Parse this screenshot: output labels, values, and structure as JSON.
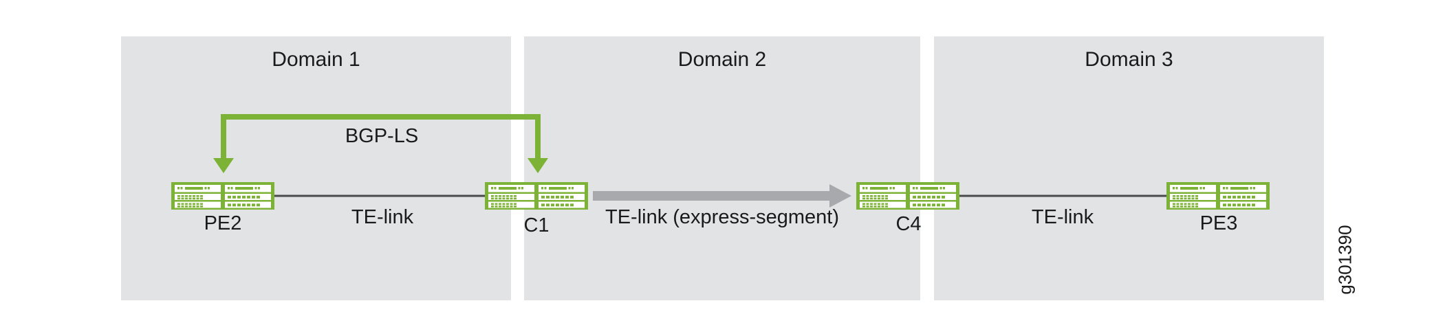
{
  "figure": {
    "id_label": "g301390",
    "domains": [
      {
        "label": "Domain 1"
      },
      {
        "label": "Domain 2"
      },
      {
        "label": "Domain 3"
      }
    ],
    "nodes": [
      {
        "label": "PE2"
      },
      {
        "label": "C1"
      },
      {
        "label": "C4"
      },
      {
        "label": "PE3"
      }
    ],
    "links": [
      {
        "label": "TE-link",
        "from": "PE2",
        "to": "C1",
        "style": "thin-line"
      },
      {
        "label": "TE-link (express-segment)",
        "from": "C1",
        "to": "C4",
        "style": "thick-gray-arrow"
      },
      {
        "label": "TE-link",
        "from": "C4",
        "to": "PE3",
        "style": "thin-line"
      }
    ],
    "bgp_ls": {
      "label": "BGP-LS",
      "between": [
        "PE2",
        "C1"
      ],
      "style": "green-elbow-arrow-double-down"
    },
    "colors": {
      "device_green": "#7CB235",
      "arrow_gray": "#A7A9AC",
      "domain_fill": "#E2E3E5",
      "link_line": "#4A4A4A",
      "text": "#1A1A1A"
    }
  }
}
